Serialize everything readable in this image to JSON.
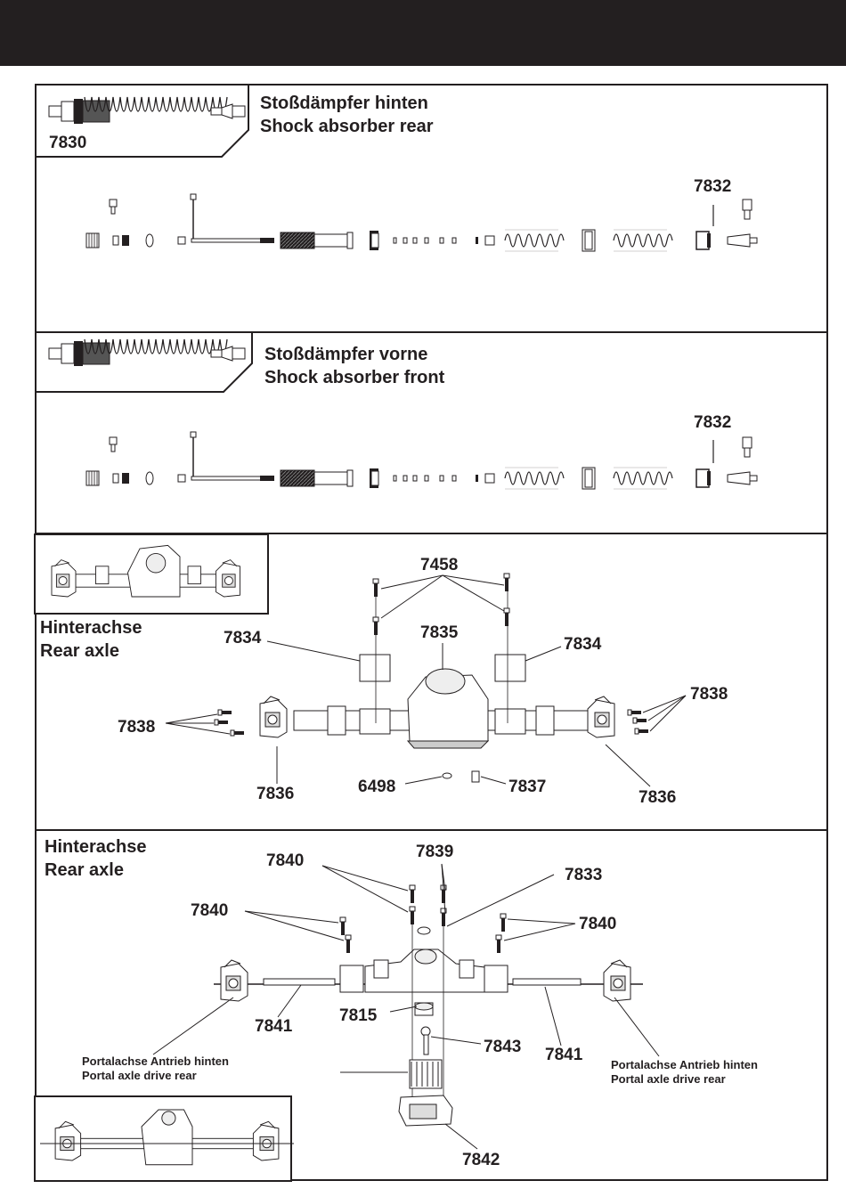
{
  "header": {
    "color": "#231f20"
  },
  "sections": {
    "shock_rear": {
      "thumb_part_no": "7830",
      "title_de": "Stoßdämpfer hinten",
      "title_en": "Shock absorber rear",
      "part_7832": "7832"
    },
    "shock_front": {
      "title_de": "Stoßdämpfer vorne",
      "title_en": "Shock absorber front",
      "part_7832": "7832"
    },
    "rear_axle_1": {
      "title_de": "Hinterachse",
      "title_en": "Rear axle",
      "labels": {
        "p7458": "7458",
        "p7835": "7835",
        "p7834_left": "7834",
        "p7834_right": "7834",
        "p7838_left": "7838",
        "p7838_right": "7838",
        "p7836_left": "7836",
        "p7836_right": "7836",
        "p6498": "6498",
        "p7837": "7837"
      }
    },
    "rear_axle_2": {
      "title_de": "Hinterachse",
      "title_en": "Rear axle",
      "labels": {
        "p7840_a": "7840",
        "p7840_b": "7840",
        "p7840_c": "7840",
        "p7839": "7839",
        "p7833": "7833",
        "p7841_left": "7841",
        "p7841_right": "7841",
        "p7815": "7815",
        "p7843": "7843",
        "p7842": "7842"
      },
      "note_left_de": "Portalachse Antrieb hinten",
      "note_left_en": "Portal axle drive rear",
      "note_right_de": "Portalachse Antrieb hinten",
      "note_right_en": "Portal axle drive rear"
    }
  }
}
